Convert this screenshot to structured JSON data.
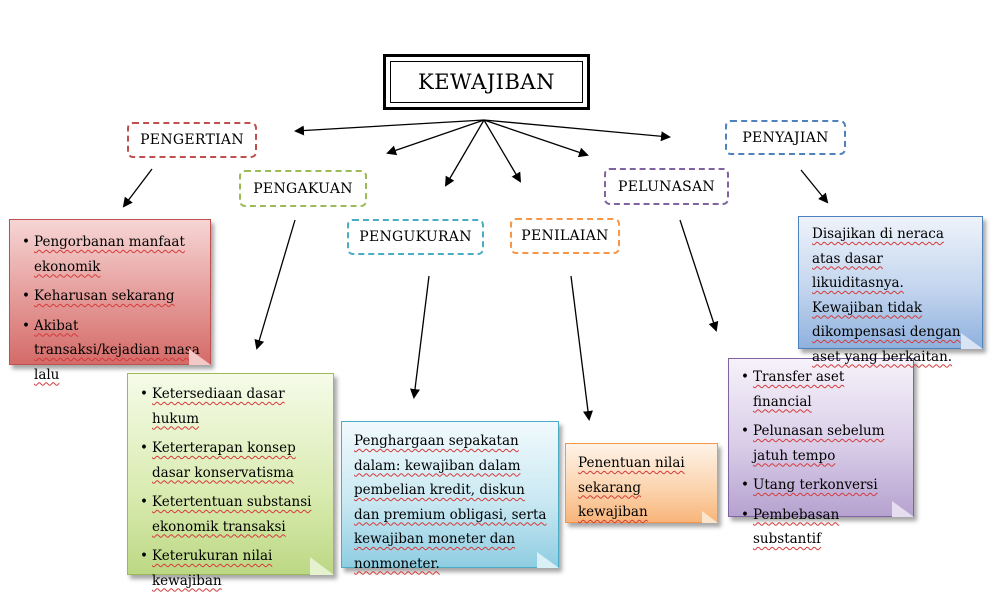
{
  "title": "KEWAJIBAN",
  "categories": {
    "pengertian": "PENGERTIAN",
    "pengakuan": "PENGAKUAN",
    "pengukuran": "PENGUKURAN",
    "penilaian": "PENILAIAN",
    "pelunasan": "PELUNASAN",
    "penyajian": "PENYAJIAN"
  },
  "notes": {
    "pengertian": [
      "Pengorbanan manfaat ekonomik",
      "Keharusan sekarang",
      "Akibat transaksi/kejadian masa lalu"
    ],
    "pengakuan": [
      "Ketersediaan dasar hukum",
      "Keterterapan konsep dasar konservatisma",
      "Ketertentuan substansi ekonomik transaksi",
      "Keterukuran nilai kewajiban"
    ],
    "pengukuran": "Penghargaan sepakatan dalam: kewajiban dalam pembelian kredit, diskun dan premium obligasi, serta kewajiban moneter dan nonmoneter.",
    "penilaian": "Penentuan nilai sekarang kewajiban",
    "pelunasan": [
      "Transfer aset financial",
      "Pelunasan sebelum jatuh tempo",
      "Utang terkonversi",
      "Pembebasan substantif"
    ],
    "penyajian": "Disajikan di neraca atas dasar likuiditasnya. Kewajiban tidak dikompensasi dengan aset yang berkaitan."
  },
  "colors": {
    "pengertian": "#c0504d",
    "pengakuan": "#9bbb59",
    "pengukuran": "#4bacc6",
    "penilaian": "#f79646",
    "pelunasan": "#8064a2",
    "penyajian": "#4f81bd"
  }
}
